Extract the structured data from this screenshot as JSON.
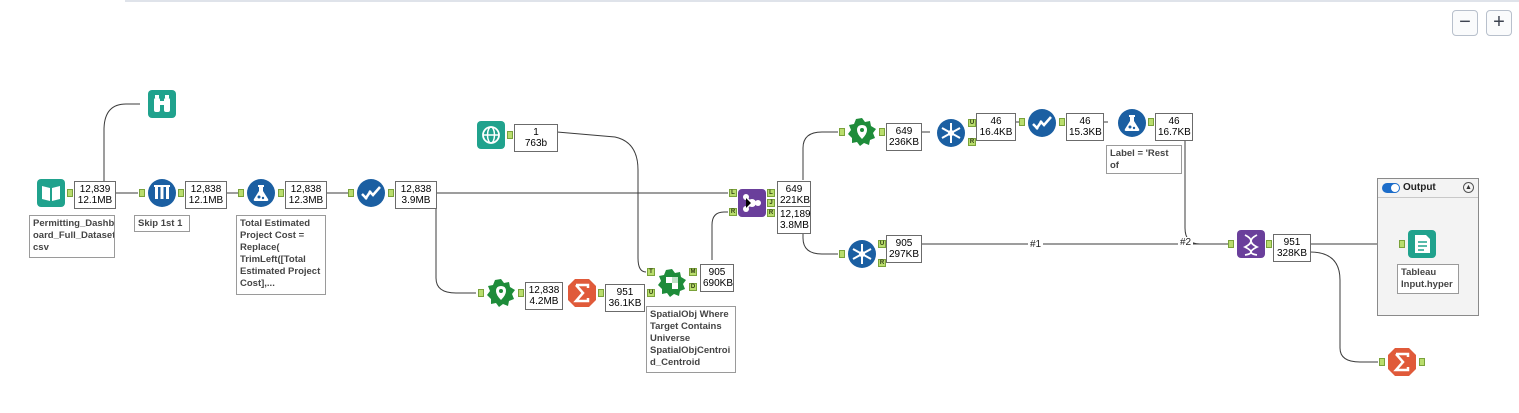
{
  "zoom": {
    "out_label": "−",
    "in_label": "+"
  },
  "container": {
    "title": "Output"
  },
  "stats": {
    "input_csv": [
      "12,839",
      "12.1MB"
    ],
    "select_skip": [
      "12,838",
      "12.1MB"
    ],
    "formula_cost": [
      "12,838",
      "12.3MB"
    ],
    "filter_main": [
      "12,838",
      "3.9MB"
    ],
    "world_input": [
      "1",
      "763b"
    ],
    "centroid": [
      "12,838",
      "4.2MB"
    ],
    "summarize_mid": [
      "951",
      "36.1KB"
    ],
    "spatial_match": [
      "905",
      "690KB"
    ],
    "join_left": [
      "649",
      "221KB"
    ],
    "join_join": [
      "12,189",
      "3.8MB"
    ],
    "centroid_top": [
      "649",
      "236KB"
    ],
    "spatial_info_top": [
      "46",
      "16.4KB"
    ],
    "filter_top": [
      "46",
      "15.3KB"
    ],
    "formula_top": [
      "46",
      "16.7KB"
    ],
    "spatial_info_bottom": [
      "905",
      "297KB"
    ],
    "union": [
      "951",
      "328KB"
    ]
  },
  "annotations": {
    "input_csv": "Permitting_Dashb\noard_Full_Dataset.\ncsv",
    "select_skip": "Skip 1st 1",
    "formula_cost": "Total Estimated\nProject Cost =\nReplace(\nTrimLeft([Total\nEstimated Project\nCost],...",
    "spatial_match": "SpatialObj Where\nTarget Contains\nUniverse\nSpatialObjCentroi\nd_Centroid",
    "formula_top": "Label = 'Rest of\nWorld'",
    "output": "Tableau\nInput.hyper"
  },
  "wire_labels": {
    "first": "#1",
    "second": "#2"
  },
  "anchors": {
    "join_L": "L",
    "join_J": "J",
    "join_R": "R",
    "join_out_L": "L",
    "join_out_J": "J",
    "join_out_R": "R",
    "match_T": "T",
    "match_U": "U",
    "match_M": "M",
    "match_D": "D",
    "sinfo_top_U": "U",
    "sinfo_top_R": "R",
    "sinfo_bot_U": "U",
    "sinfo_bot_R": "R"
  },
  "colors": {
    "input": "#20a28d",
    "preparation": "#1b5fa2",
    "join": "#6a3f9b",
    "spatial": "#1e8c3a",
    "transform": "#e05a3a",
    "wire": "#3b3b3b"
  }
}
